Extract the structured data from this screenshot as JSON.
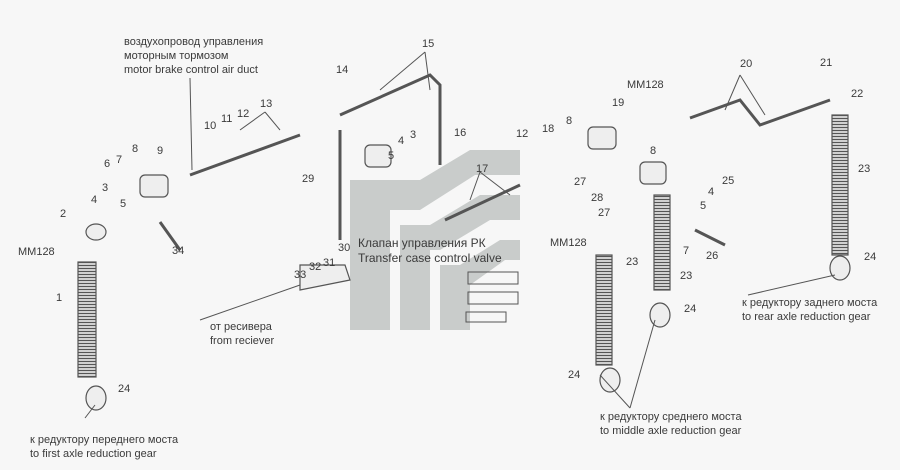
{
  "captions": {
    "motor_brake": [
      "воздухопровод управления",
      "моторным тормозом",
      "motor brake control air duct"
    ],
    "transfer_case": [
      "Клапан управления РК",
      "Transfer case control valve"
    ],
    "from_receiver": [
      "от ресивера",
      "from reciever"
    ],
    "front_axle": [
      "к редуктору переднего моста",
      "to first axle reduction gear"
    ],
    "middle_axle": [
      "к редуктору среднего моста",
      "to middle axle reduction gear"
    ],
    "rear_axle": [
      "к редуктору заднего моста",
      "to rear axle reduction gear"
    ]
  },
  "callouts": [
    "6",
    "7",
    "8",
    "9",
    "10",
    "11",
    "12",
    "13",
    "3",
    "4",
    "5",
    "2",
    "MM128",
    "1",
    "24",
    "34",
    "14",
    "15",
    "16",
    "5",
    "4",
    "3",
    "29",
    "30",
    "31",
    "32",
    "33",
    "17",
    "12",
    "18",
    "8",
    "19",
    "MM128",
    "20",
    "21",
    "22",
    "23",
    "8",
    "27",
    "28",
    "27",
    "MM128",
    "25",
    "4",
    "5",
    "7",
    "26",
    "23",
    "23",
    "24",
    "24",
    "24"
  ],
  "colors": {
    "line": "#555555",
    "watermark": "#c9cccb",
    "background": "#f7f7f7"
  }
}
